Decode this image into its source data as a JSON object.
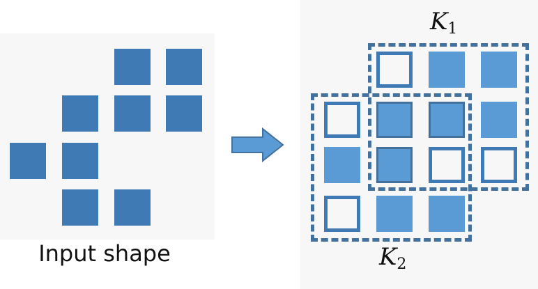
{
  "left": {
    "caption": "Input shape"
  },
  "kernels": [
    {
      "symbol": "K",
      "subscript": "1"
    },
    {
      "symbol": "K",
      "subscript": "2"
    }
  ],
  "colors": {
    "input_square": "#3f7ab5",
    "active_square": "#5b9bd5",
    "outline": "#41719c",
    "panel_background": "#f7f7f7"
  }
}
